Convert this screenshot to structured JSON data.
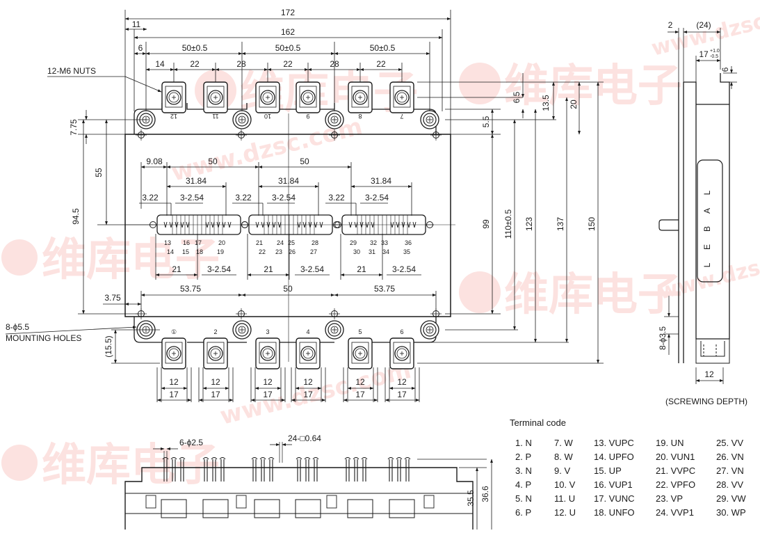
{
  "colors": {
    "line": "#1a1a1a",
    "watermark": "#e8473a",
    "watermark_alpha": 0.16
  },
  "watermark": {
    "brand": "维库电子",
    "site": "www.dzsc.com"
  },
  "top_view": {
    "dims": {
      "overall_width": "172",
      "inner_width": "162",
      "edge_11": "11",
      "edge_6": "6",
      "pitch_1": "50±0.5",
      "pitch_2": "50±0.5",
      "pitch_3": "50±0.5",
      "t14": "14",
      "t22a": "22",
      "t28a": "28",
      "t22b": "22",
      "t28b": "28",
      "t22c": "22",
      "d7_75": "7.75",
      "d55": "55",
      "d94_5": "94.5",
      "d9_08": "9.08",
      "d50a": "50",
      "d50b": "50",
      "d31_84a": "31.84",
      "d31_84b": "31.84",
      "d31_84c": "31.84",
      "d3_22a": "3.22",
      "d3_22b": "3.22",
      "d3_22c": "3.22",
      "p254a": "3-2.54",
      "p254b": "3-2.54",
      "p254c": "3-2.54",
      "d21a": "21",
      "d21b": "21",
      "d21c": "21",
      "p254d": "3-2.54",
      "p254e": "3-2.54",
      "p254f": "3-2.54",
      "d3_75": "3.75",
      "d53_75a": "53.75",
      "d50c": "50",
      "d53_75b": "53.75",
      "d15_5": "(15.5)",
      "w12": "12",
      "w17": "17",
      "d5_5": "5.5",
      "d6_5": "6.5",
      "d13_5": "13.5",
      "d20": "20",
      "d99": "99",
      "d110": "110±0.5",
      "d123": "123",
      "d137": "137",
      "d150": "150"
    },
    "callouts": {
      "nuts": "12-M6 NUTS",
      "holes_count": "8-ϕ5.5",
      "holes_label": "MOUNTING HOLES"
    },
    "top_terminal_numbers": [
      "12",
      "11",
      "10",
      "9",
      "8",
      "7"
    ],
    "bottom_terminal_numbers": [
      "①",
      "2",
      "3",
      "4",
      "5",
      "6"
    ],
    "pin_groups": [
      {
        "top": [
          "13",
          "16",
          "17",
          "20"
        ],
        "bottom": [
          "14",
          "15",
          "18",
          "19"
        ]
      },
      {
        "top": [
          "21",
          "24",
          "25",
          "28"
        ],
        "bottom": [
          "22",
          "23",
          "26",
          "27"
        ]
      },
      {
        "top": [
          "29",
          "32",
          "33",
          "36"
        ],
        "bottom": [
          "30",
          "31",
          "34",
          "35"
        ]
      }
    ]
  },
  "side_view": {
    "d2": "2",
    "d24": "(24)",
    "d17": "17",
    "d17_tol_plus": "+1.0",
    "d17_tol_minus": "-0.5",
    "d6": "6",
    "label_letters": [
      "L",
      "A",
      "B",
      "E",
      "L"
    ],
    "hole_dim": "8-ϕ3.5",
    "d12": "12",
    "screw_note": "(SCREWING DEPTH)"
  },
  "front_view": {
    "pins_a": "6-ϕ2.5",
    "pins_b": "24-□0.64",
    "h35_5": "35.5",
    "h36_6": "36.6"
  },
  "terminal_code": {
    "title": "Terminal code",
    "columns": [
      [
        "1. N",
        "2. P",
        "3. N",
        "4. P",
        "5. N",
        "6. P"
      ],
      [
        "7. W",
        "8. W",
        "9. V",
        "10. V",
        "11. U",
        "12. U"
      ],
      [
        "13. VUPC",
        "14. UPFO",
        "15. UP",
        "16. VUP1",
        "17. VUNC",
        "18. UNFO"
      ],
      [
        "19. UN",
        "20. VUN1",
        "21. VVPC",
        "22. VPFO",
        "23. VP",
        "24. VVP1"
      ],
      [
        "25. VV",
        "26. VN",
        "27. VN",
        "28. VV",
        "29. VW",
        "30. WP"
      ]
    ]
  }
}
